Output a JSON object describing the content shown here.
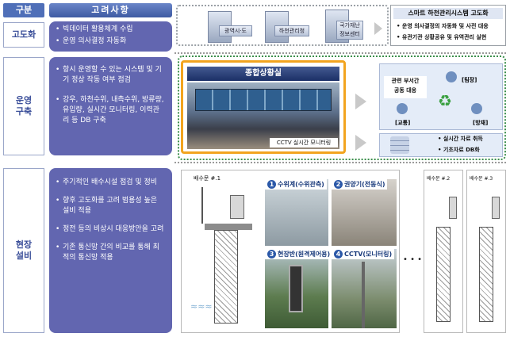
{
  "header": {
    "category": "구분",
    "considerations": "고려사항"
  },
  "rows": [
    {
      "label": "고도화",
      "items": [
        "빅데이터 활용체계 수립",
        "운영 의사결정 자동화"
      ]
    },
    {
      "label": "운영\n구축",
      "items": [
        "항시 운영할 수 있는 시스템 및 기기 정상 작동 여부 점검",
        "강우, 하천수위, 내측수위, 방류량, 유입량, 실시간 모니터링, 이력관리 등 DB 구축"
      ]
    },
    {
      "label": "현장\n설비",
      "items": [
        "주기적인 배수시설 점검 및 정비",
        "향후 고도화를 고려 범용성 높은 설비 적용",
        "정전 등의 비상시 대응방안을 고려",
        "기존 통신망 간의 비교를 통해 최적의 통신망 적용"
      ]
    }
  ],
  "top": {
    "buildings": [
      "광역시·도",
      "하천관리청",
      "국가재난정보센터"
    ],
    "smart_title": "스마트 하천관리시스템 고도화",
    "smart_items": [
      "운영 의사결정의 자동화 및 사전 대응",
      "유관기관 상황공유 및 유역관리 실현"
    ]
  },
  "ops": {
    "center_title": "종합상황실",
    "cctv_caption": "CCTV 실시간 모니터링",
    "collab_title": "관련 부서간\n공동 대응",
    "roles": [
      "[팀장]",
      "[교통]",
      "[방재]"
    ],
    "data_items": [
      "실시간 자료 취득",
      "기초자료 DB화"
    ]
  },
  "field": {
    "gate1": "배수문 #.1",
    "gate2": "배수문 #.2",
    "gate3": "배수문 #.3",
    "ellipsis": "• • •",
    "photos": [
      {
        "num": "1",
        "label": "수위계(수위관측)"
      },
      {
        "num": "2",
        "label": "권양기(전동식)"
      },
      {
        "num": "3",
        "label": "현장반(원격제어용)"
      },
      {
        "num": "4",
        "label": "CCTV(모니터링)"
      }
    ]
  }
}
